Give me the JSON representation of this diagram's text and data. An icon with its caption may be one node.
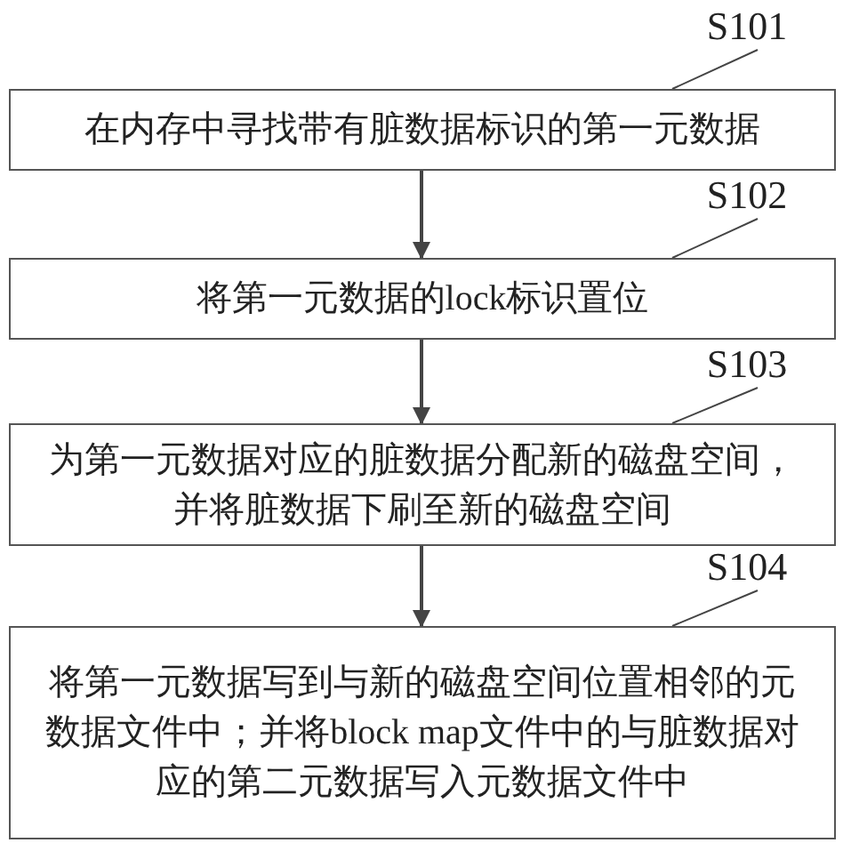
{
  "diagram": {
    "nodes": [
      {
        "text": [
          "S101"
        ]
      },
      {
        "text": [
          "在内存中寻找带有脏数据标识的第一元数据"
        ]
      },
      {
        "text": [
          "S102"
        ]
      },
      {
        "text": [
          "将第一元数据的lock标识置位"
        ]
      },
      {
        "text": [
          "S103"
        ]
      },
      {
        "text": [
          "为第一元数据对应的脏数据分配新的磁盘空间，并将脏数据下刷至新的磁盘空间"
        ]
      },
      {
        "text": [
          "S104"
        ]
      },
      {
        "text": [
          "将第一元数据写到与新的磁盘空间位置相邻的元数据文件中；并将block map文件中的与脏数据对应的第二元数据写入元数据文件中"
        ]
      }
    ],
    "edges": [
      {
        "from": 0,
        "to": 1,
        "arrow": "none"
      },
      {
        "from": 1,
        "to": 3,
        "arrow": "to"
      },
      {
        "from": 2,
        "to": 3,
        "arrow": "none"
      },
      {
        "from": 3,
        "to": 5,
        "arrow": "to"
      },
      {
        "from": 4,
        "to": 5,
        "arrow": "none"
      },
      {
        "from": 5,
        "to": 7,
        "arrow": "to"
      },
      {
        "from": 6,
        "to": 7,
        "arrow": "none"
      }
    ]
  }
}
